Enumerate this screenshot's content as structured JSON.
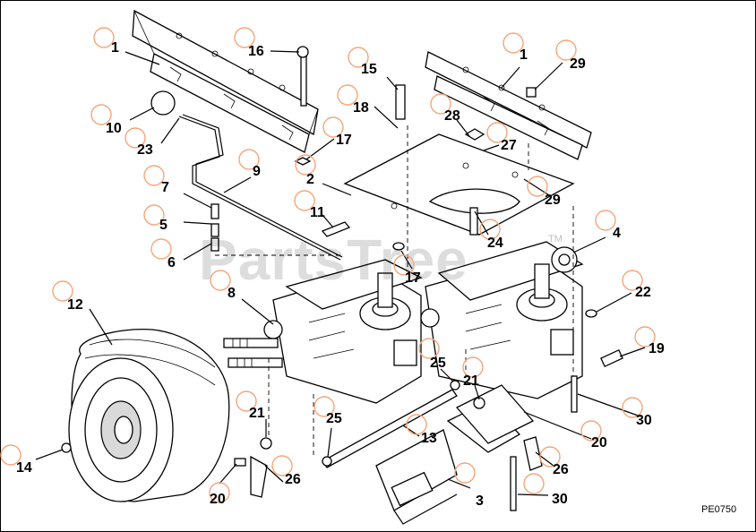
{
  "diagram": {
    "watermark": "PartsTree",
    "trademark": "TM",
    "figure_code": "PE0750",
    "hotspot_color": "#f5a67a",
    "callouts": [
      {
        "id": "c-1a",
        "label": "1"
      },
      {
        "id": "c-1b",
        "label": "1"
      },
      {
        "id": "c-2",
        "label": "2"
      },
      {
        "id": "c-3",
        "label": "3"
      },
      {
        "id": "c-4",
        "label": "4"
      },
      {
        "id": "c-5",
        "label": "5"
      },
      {
        "id": "c-6",
        "label": "6"
      },
      {
        "id": "c-7",
        "label": "7"
      },
      {
        "id": "c-8",
        "label": "8"
      },
      {
        "id": "c-9",
        "label": "9"
      },
      {
        "id": "c-10",
        "label": "10"
      },
      {
        "id": "c-11",
        "label": "11"
      },
      {
        "id": "c-12",
        "label": "12"
      },
      {
        "id": "c-13",
        "label": "13"
      },
      {
        "id": "c-14",
        "label": "14"
      },
      {
        "id": "c-15",
        "label": "15"
      },
      {
        "id": "c-16",
        "label": "16"
      },
      {
        "id": "c-17a",
        "label": "17"
      },
      {
        "id": "c-17b",
        "label": "17"
      },
      {
        "id": "c-18",
        "label": "18"
      },
      {
        "id": "c-19",
        "label": "19"
      },
      {
        "id": "c-20a",
        "label": "20"
      },
      {
        "id": "c-20b",
        "label": "20"
      },
      {
        "id": "c-21a",
        "label": "21"
      },
      {
        "id": "c-21b",
        "label": "21"
      },
      {
        "id": "c-22",
        "label": "22"
      },
      {
        "id": "c-23",
        "label": "23"
      },
      {
        "id": "c-24",
        "label": "24"
      },
      {
        "id": "c-25a",
        "label": "25"
      },
      {
        "id": "c-25b",
        "label": "25"
      },
      {
        "id": "c-26a",
        "label": "26"
      },
      {
        "id": "c-26b",
        "label": "26"
      },
      {
        "id": "c-27",
        "label": "27"
      },
      {
        "id": "c-28",
        "label": "28"
      },
      {
        "id": "c-29a",
        "label": "29"
      },
      {
        "id": "c-29b",
        "label": "29"
      },
      {
        "id": "c-30a",
        "label": "30"
      },
      {
        "id": "c-30b",
        "label": "30"
      }
    ]
  }
}
